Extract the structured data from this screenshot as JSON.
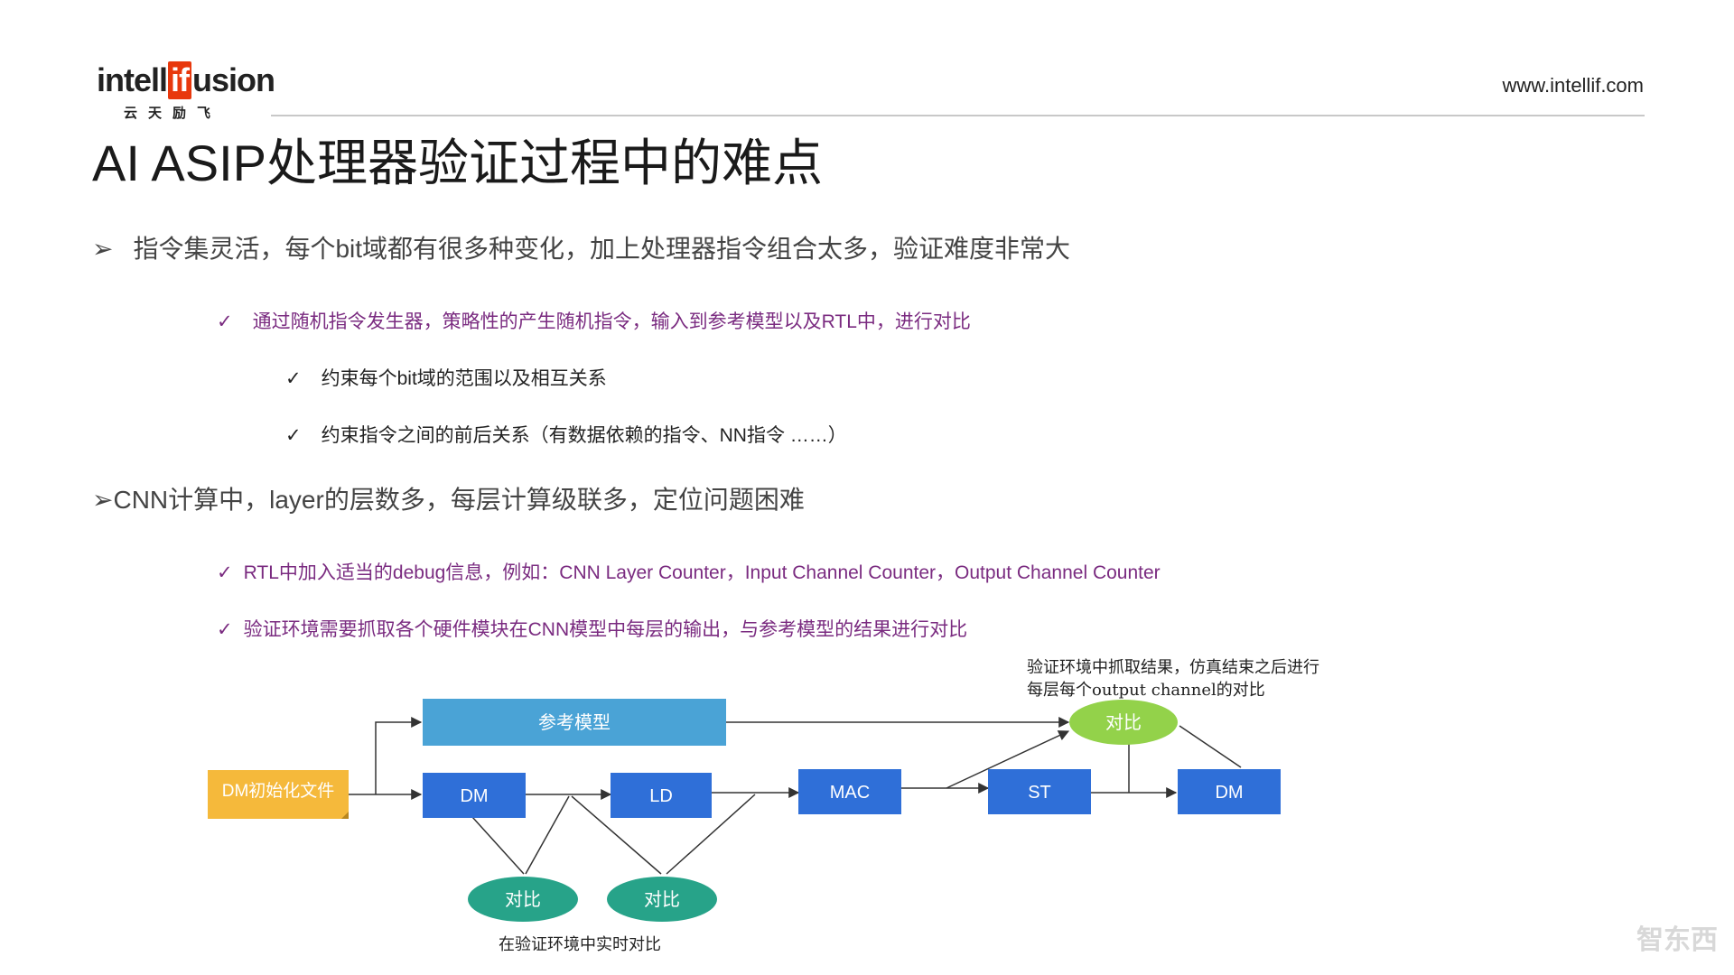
{
  "header": {
    "logo_prefix": "intell",
    "logo_highlight": "if",
    "logo_suffix": "usion",
    "logo_subtitle": "云天励飞",
    "url": "www.intellif.com"
  },
  "title": "AI ASIP处理器验证过程中的难点",
  "bullets": {
    "section1": {
      "marker": "➢",
      "text": "指令集灵活，每个bit域都有很多种变化，加上处理器指令组合太多，验证难度非常大",
      "sub": {
        "marker": "✓",
        "text": "通过随机指令发生器，策略性的产生随机指令，输入到参考模型以及RTL中，进行对比",
        "items": [
          {
            "marker": "✓",
            "text": "约束每个bit域的范围以及相互关系"
          },
          {
            "marker": "✓",
            "text": "约束指令之间的前后关系（有数据依赖的指令、NN指令 ……）"
          }
        ]
      }
    },
    "section2": {
      "marker": "➢",
      "text": "CNN计算中，layer的层数多，每层计算级联多，定位问题困难",
      "items": [
        {
          "marker": "✓",
          "text": "RTL中加入适当的debug信息，例如：CNN Layer Counter，Input Channel Counter，Output Channel Counter"
        },
        {
          "marker": "✓",
          "text": "验证环境需要抓取各个硬件模块在CNN模型中每层的输出，与参考模型的结果进行对比"
        }
      ]
    }
  },
  "diagram": {
    "colors": {
      "ref_model": "#4aa3d6",
      "block": "#2f6fd8",
      "init_file": "#f5b93b",
      "compare_green": "#27a389",
      "compare_lime": "#93d24a",
      "line": "#333333"
    },
    "ref_model": "参考模型",
    "init_file": "DM初始化文件",
    "blocks": [
      "DM",
      "LD",
      "MAC",
      "ST",
      "DM"
    ],
    "compare_labels": [
      "对比",
      "对比",
      "对比"
    ],
    "note_top_line1": "验证环境中抓取结果，仿真结束之后进行",
    "note_top_line2": "每层每个output channel的对比",
    "note_bottom": "在验证环境中实时对比"
  },
  "watermark": "智东西"
}
